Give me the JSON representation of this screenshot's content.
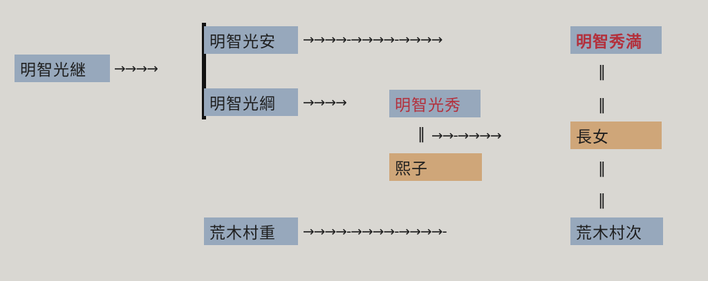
{
  "people": {
    "mitsutsugu": "明智光継",
    "mitsuyasu": "明智光安",
    "mitsutsuna": "明智光綱",
    "mitsuhide": "明智光秀",
    "hidemitsu": "明智秀満",
    "hiroko": "熙子",
    "chojo": "長女",
    "murashige": "荒木村重",
    "muratsugu": "荒木村次"
  },
  "connectors": {
    "a1": "→→→→",
    "a2": "→→→→-→→→→-→→→→",
    "a3": "→→→→",
    "a4": "→→-→→→→",
    "a5": "→→→→-→→→→-→→→→-",
    "eq": "‖"
  },
  "colors": {
    "blue_box": "#97a8bc",
    "tan_box": "#cfa679",
    "red_text": "#b3303c",
    "background": "#d9d7d2"
  }
}
